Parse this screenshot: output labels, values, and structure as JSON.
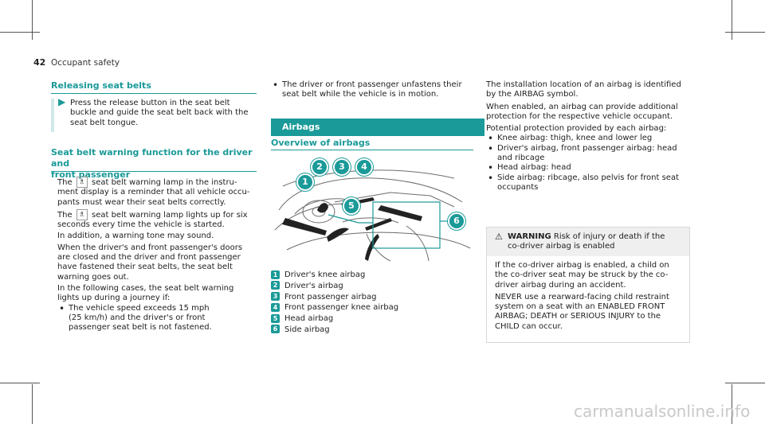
{
  "header": {
    "page_number": "42",
    "section": "Occupant safety"
  },
  "col1": {
    "releasing": {
      "heading": "Releasing seat belts",
      "step": "Press the release button in the seat belt buckle and guide the seat belt back with the seat belt tongue."
    },
    "warning_fn": {
      "heading_line1": "Seat belt warning function for the driver and",
      "heading_line2": "front passenger",
      "p1_a": "The",
      "p1_b": "seat belt warning lamp in the instru-",
      "p1_c": "ment display is a reminder that all vehicle occu-",
      "p1_d": "pants must wear their seat belts correctly.",
      "p2_a": "The",
      "p2_b": "seat belt warning lamp lights up for six",
      "p2_c": "seconds every time the vehicle is started.",
      "p3": "In addition, a warning tone may sound.",
      "p4_a": "When the driver's and front passenger's doors",
      "p4_b": "are closed and the driver and front passenger",
      "p4_c": "have fastened their seat belts, the seat belt",
      "p4_d": "warning goes out.",
      "p5_a": "In the following cases, the seat belt warning",
      "p5_b": "lights up during a journey if:",
      "bullet1_a": "The vehicle speed exceeds 15 mph",
      "bullet1_b": "(25 km/h) and the driver's or front",
      "bullet1_c": "passenger seat belt is not fastened."
    }
  },
  "col2": {
    "bullet_a": "The driver or front passenger unfastens their",
    "bullet_b": "seat belt while the vehicle is in motion.",
    "airbags_bar": "Airbags",
    "overview_heading": "Overview of airbags",
    "legend": [
      {
        "num": "1",
        "label": "Driver's knee airbag"
      },
      {
        "num": "2",
        "label": "Driver's airbag"
      },
      {
        "num": "3",
        "label": "Front passenger airbag"
      },
      {
        "num": "4",
        "label": "Front passenger knee airbag"
      },
      {
        "num": "5",
        "label": "Head airbag"
      },
      {
        "num": "6",
        "label": "Side airbag"
      }
    ],
    "callouts": [
      "1",
      "2",
      "3",
      "4",
      "5",
      "6"
    ]
  },
  "col3": {
    "p1_a": "The installation location of an airbag is identified",
    "p1_b": "by the AIRBAG symbol.",
    "p2_a": "When enabled, an airbag can provide additional",
    "p2_b": "protection for the respective vehicle occupant.",
    "p3": "Potential protection provided by each airbag:",
    "bullets": [
      [
        "Knee airbag: thigh, knee and lower leg"
      ],
      [
        "Driver's airbag, front passenger airbag: head",
        "and ribcage"
      ],
      [
        "Head airbag: head"
      ],
      [
        "Side airbag: ribcage, also pelvis for front seat",
        "occupants"
      ]
    ],
    "warning": {
      "title": "WARNING",
      "head_a": "Risk of injury or death if the",
      "head_b": "co-driver airbag is enabled",
      "body1_a": "If the co-driver airbag is enabled, a child on",
      "body1_b": "the co-driver seat may be struck by the co-",
      "body1_c": "driver airbag during an accident.",
      "body2_a": "NEVER use a rearward-facing child restraint",
      "body2_b": "system on a seat with an ENABLED FRONT",
      "body2_c": "AIRBAG; DEATH or SERIOUS INJURY to the",
      "body2_d": "CHILD can occur."
    }
  },
  "watermark": "carmanualsonline.info",
  "colors": {
    "accent": "#1a9a98",
    "step_bar": "#cfe9e8",
    "warn_bg": "#efefef"
  }
}
